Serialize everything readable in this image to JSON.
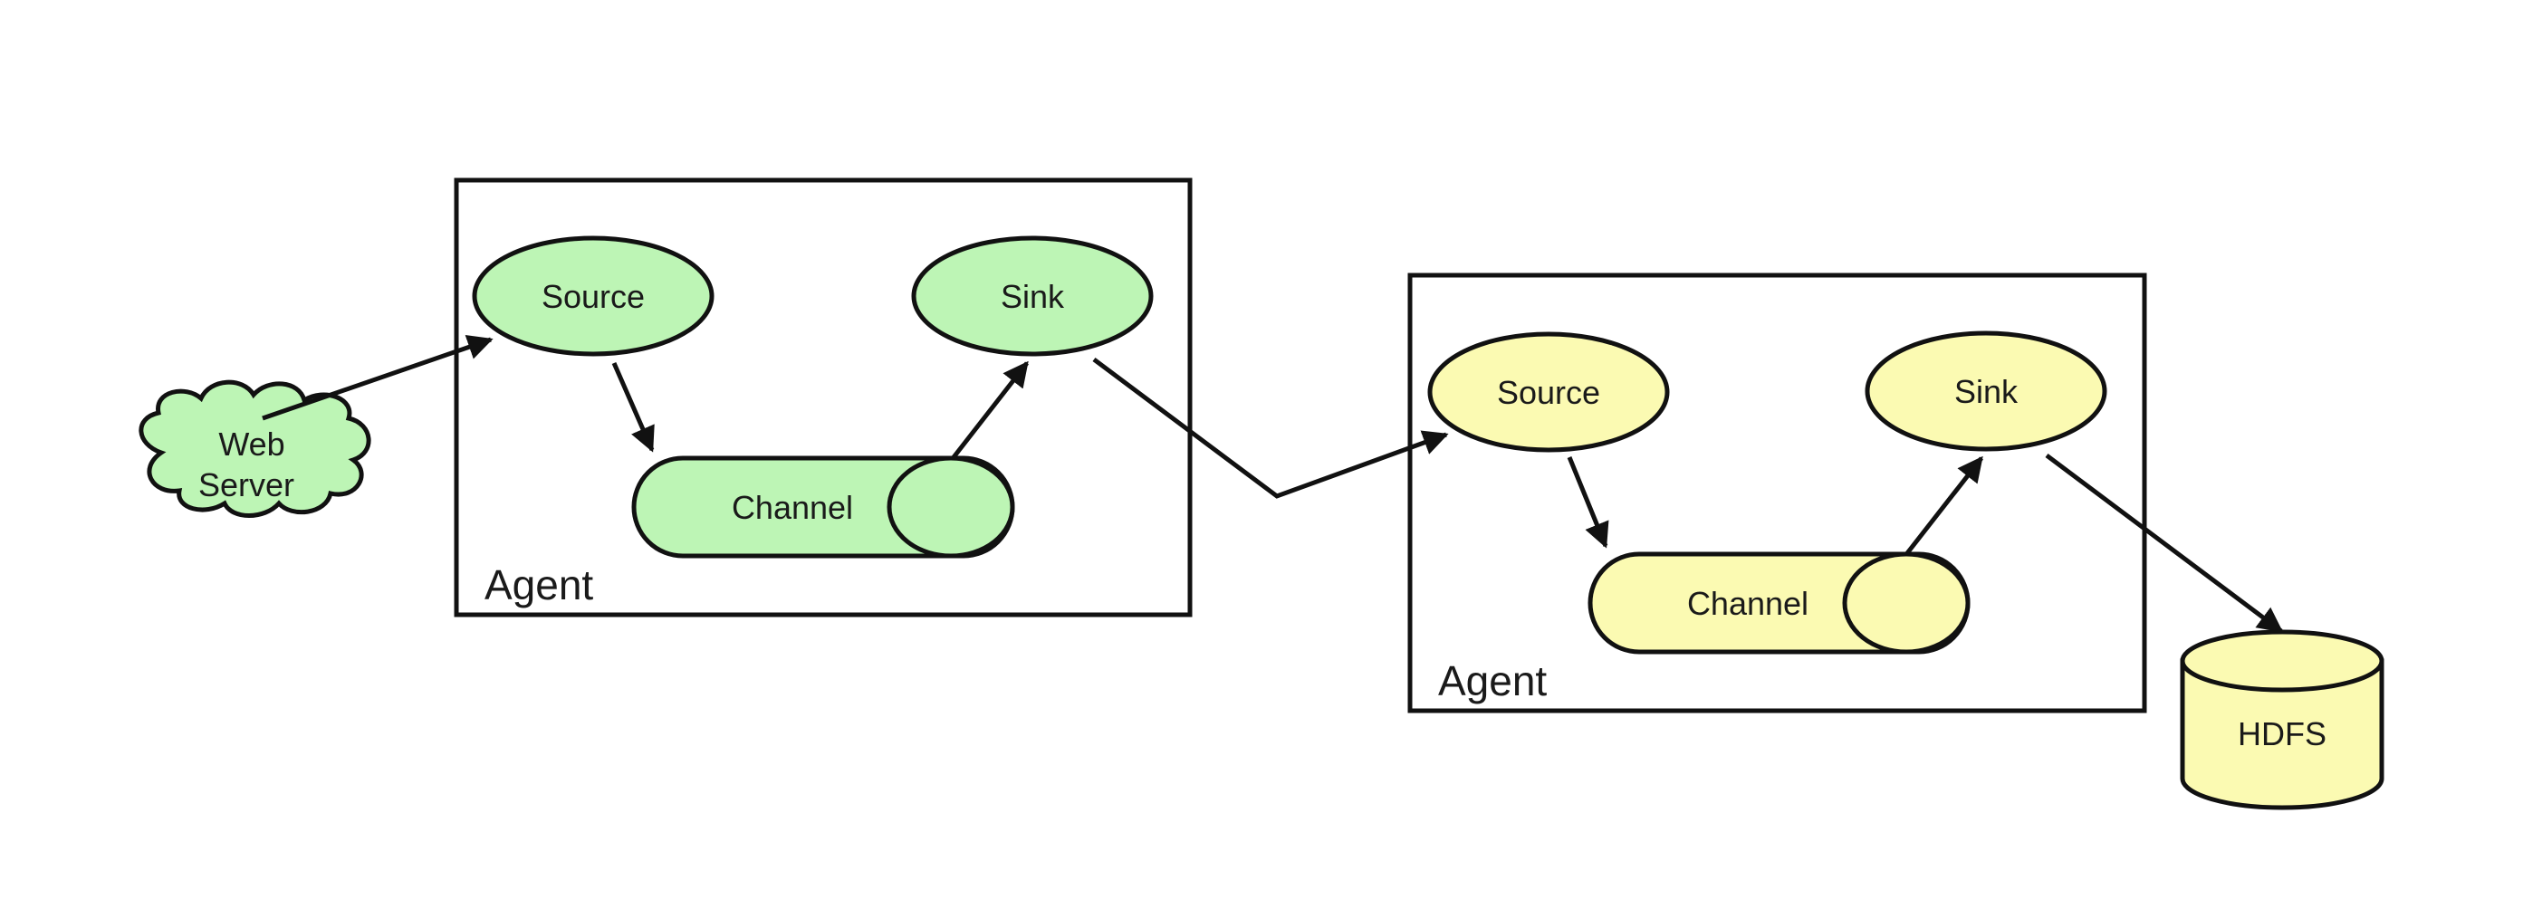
{
  "external": {
    "web_server": {
      "line1": "Web",
      "line2": "Server"
    },
    "hdfs": "HDFS"
  },
  "agents": [
    {
      "label": "Agent",
      "source": "Source",
      "channel": "Channel",
      "sink": "Sink",
      "color": "#bdf5b5"
    },
    {
      "label": "Agent",
      "source": "Source",
      "channel": "Channel",
      "sink": "Sink",
      "color": "#fbfab2"
    }
  ],
  "colors": {
    "stroke": "#111111",
    "hdfs_fill": "#fbfab2",
    "web_server_fill": "#bdf5b5"
  }
}
